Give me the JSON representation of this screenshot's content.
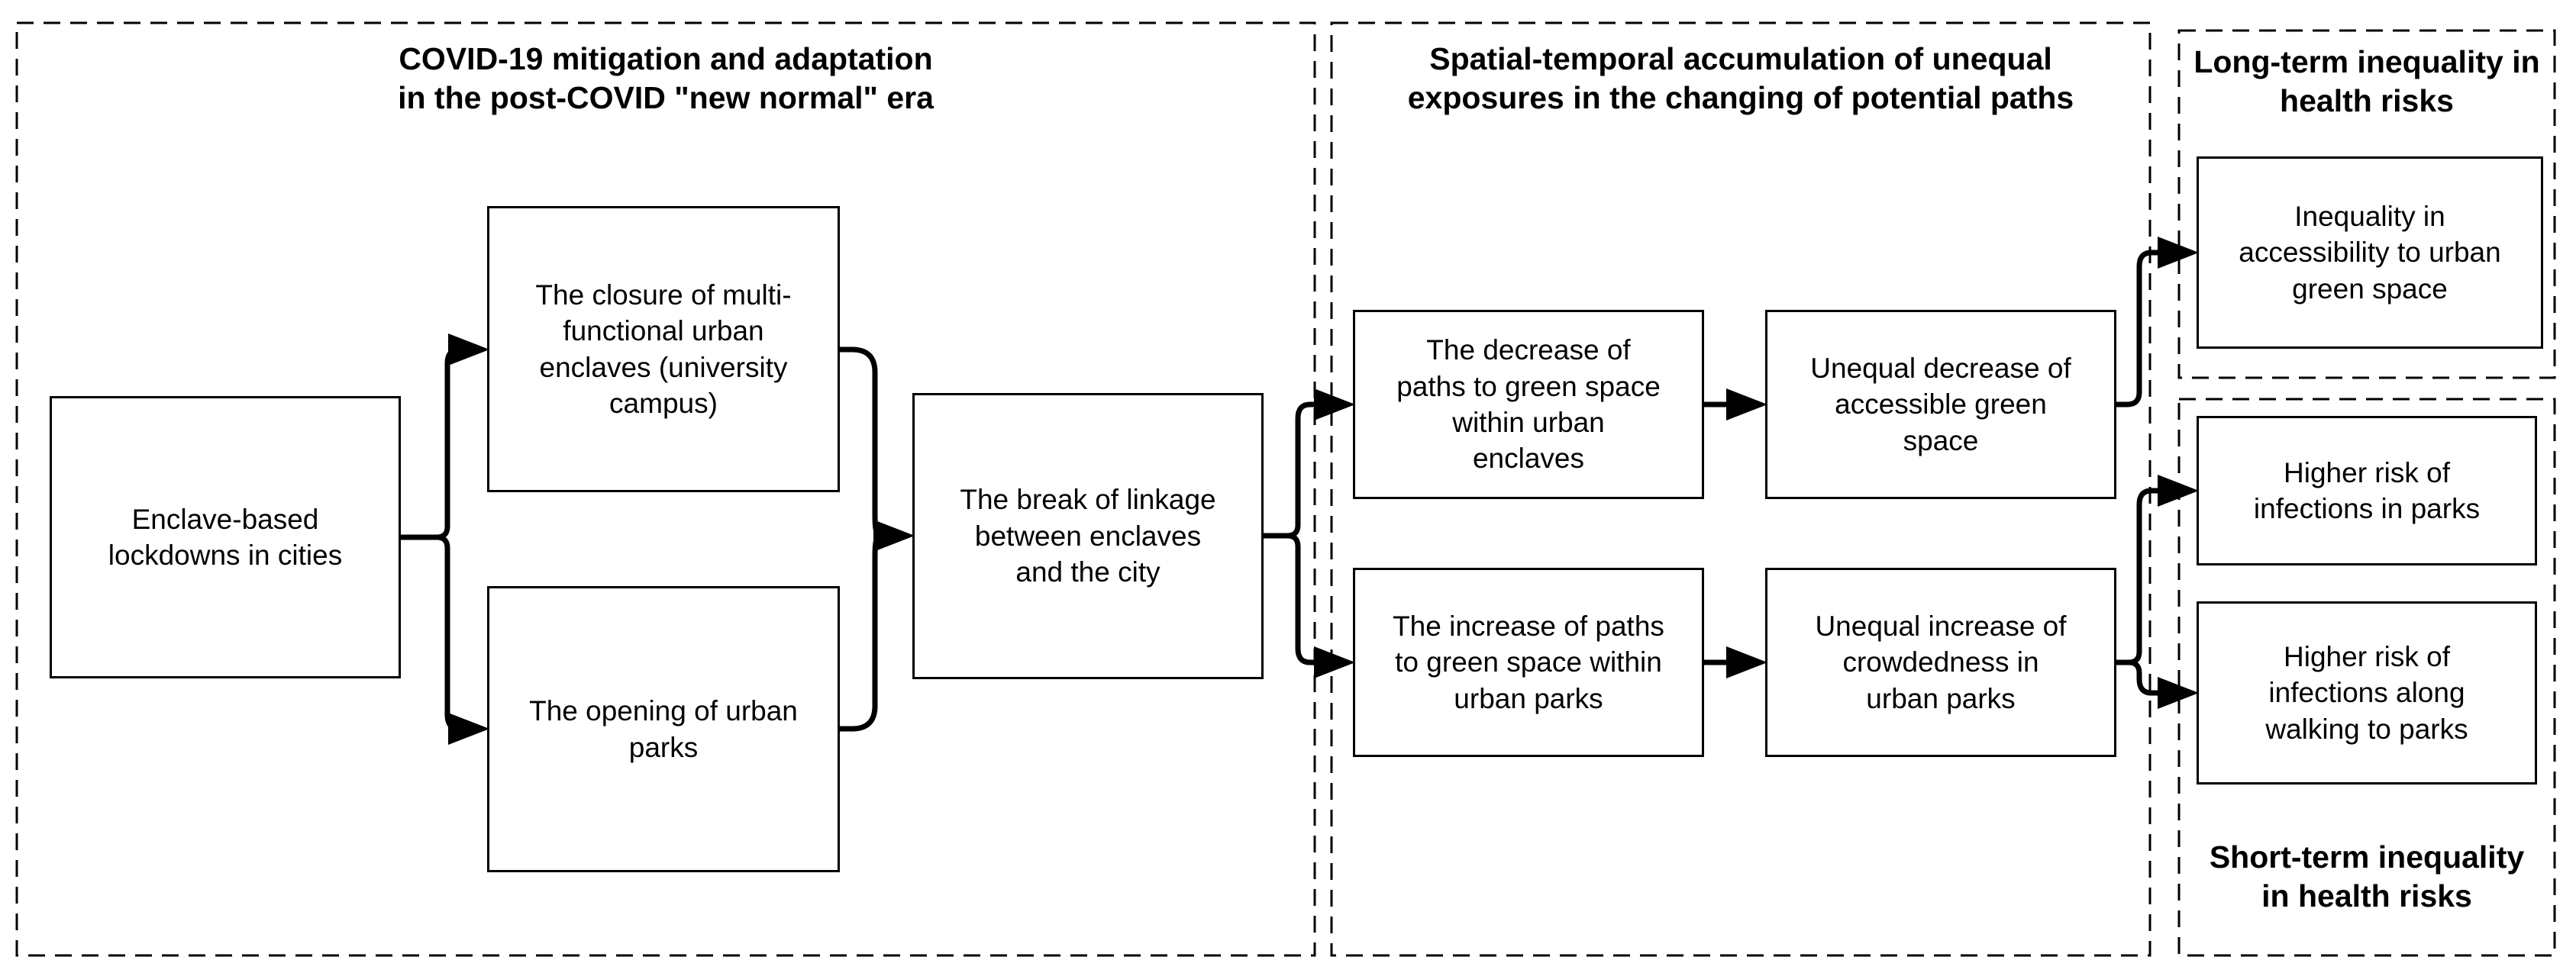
{
  "diagram": {
    "colors": {
      "line": "#000000",
      "background": "#ffffff"
    },
    "panels": {
      "left": {
        "title": "COVID-19 mitigation and adaptation\nin the post-COVID \"new normal\" era"
      },
      "middle": {
        "title": "Spatial-temporal accumulation of unequal\nexposures in the changing of potential paths"
      },
      "top_right": {
        "title": "Long-term inequality in\nhealth risks"
      },
      "bottom_right": {
        "title": "Short-term inequality\nin health risks"
      }
    },
    "boxes": {
      "enclave_lockdowns": "Enclave-based\nlockdowns in cities",
      "closure_enclaves": "The closure of multi-\nfunctional urban\nenclaves (university\ncampus)",
      "opening_parks": "The opening of urban\nparks",
      "break_linkage": "The break of linkage\nbetween enclaves\nand the city",
      "decrease_paths": "The decrease of\npaths to green space\nwithin urban\nenclaves",
      "unequal_decrease": "Unequal decrease of\naccessible green\nspace",
      "increase_paths": "The increase of paths\nto green space within\nurban parks",
      "unequal_increase": "Unequal increase of\ncrowdedness in\nurban parks",
      "inequality_access": "Inequality in\naccessibility to urban\ngreen space",
      "risk_in_parks": "Higher risk of\ninfections in parks",
      "risk_walking": "Higher risk of\ninfections along\nwalking to parks"
    }
  }
}
